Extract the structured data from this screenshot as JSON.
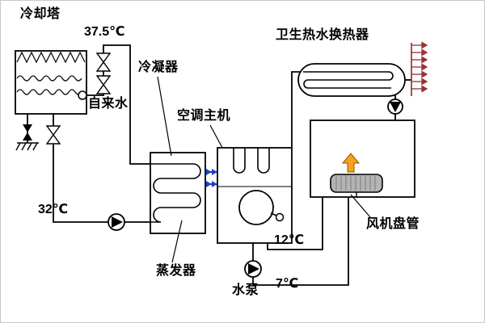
{
  "diagram": {
    "labels": {
      "cooling_tower": "冷却塔",
      "temp_return": "37.5℃",
      "condenser": "冷凝器",
      "tap_water": "自来水",
      "ac_main_unit": "空调主机",
      "sanitary_hx": "卫生热水换热器",
      "temp_tower_supply": "32℃",
      "evaporator": "蒸发器",
      "temp_chilled_return": "12℃",
      "water_pump": "水泵",
      "temp_chilled_supply": "7℃",
      "fan_coil": "风机盘管"
    },
    "colors": {
      "line": "#000000",
      "refrigerant_arrow_blue": "#2043c8",
      "tap_arrow_red": "#993333",
      "fan_arrow_orange": "#f6a21e",
      "fan_coil_fill": "#b4b4b4"
    }
  }
}
